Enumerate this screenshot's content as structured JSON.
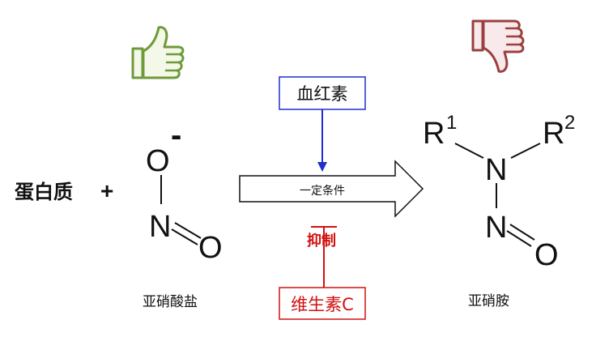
{
  "reactants": {
    "protein_label": "蛋白质",
    "plus": "+",
    "nitrite": {
      "atom_o_top": "O",
      "charge": "-",
      "atom_n": "N",
      "atom_o_right": "O",
      "name": "亚硝酸盐"
    }
  },
  "catalyst": {
    "label": "血红素",
    "arrow_color": "#1d2fd0"
  },
  "reaction_arrow": {
    "label": "一定条件"
  },
  "inhibitor": {
    "verb": "抑制",
    "label": "维生素C",
    "color": "#d21010"
  },
  "product": {
    "r1": "R",
    "r1_sup": "1",
    "r2": "R",
    "r2_sup": "2",
    "atom_n1": "N",
    "atom_n2": "N",
    "atom_o": "O",
    "name": "亚硝胺"
  },
  "icons": {
    "approve": {
      "name": "thumbs-up-icon",
      "color": "#6f9a3a"
    },
    "disapprove": {
      "name": "thumbs-down-icon",
      "color": "#9c3f3f"
    }
  }
}
